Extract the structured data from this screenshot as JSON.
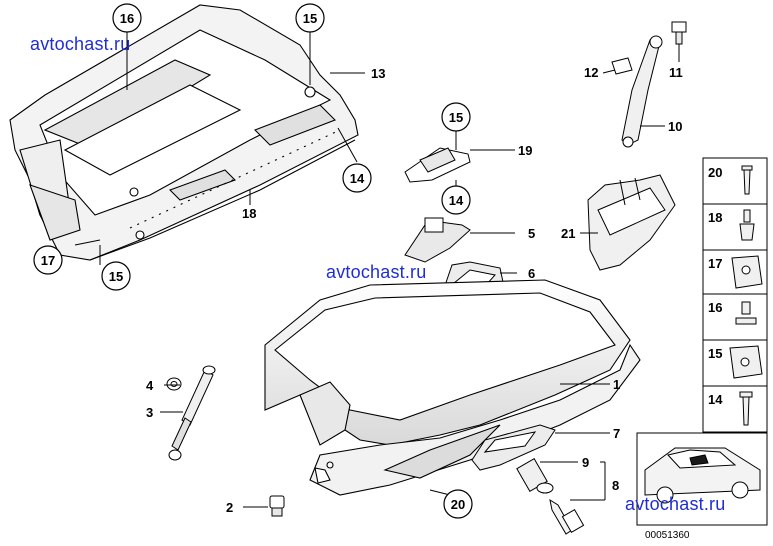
{
  "watermarks": [
    "avtochast.ru",
    "avtochast.ru",
    "avtochast.ru"
  ],
  "diagram_number": "00051360",
  "callouts": {
    "c1": "1",
    "c2": "2",
    "c3": "3",
    "c4": "4",
    "c5": "5",
    "c6": "6",
    "c7": "7",
    "c8": "8",
    "c9": "9",
    "c10": "10",
    "c11": "11",
    "c12": "12",
    "c13": "13",
    "c14a": "14",
    "c14b": "14",
    "c15a": "15",
    "c15b": "15",
    "c15c": "15",
    "c16": "16",
    "c17": "17",
    "c18": "18",
    "c19": "19",
    "c20": "20",
    "c21": "21"
  },
  "legend": [
    "20",
    "18",
    "17",
    "16",
    "15",
    "14"
  ]
}
